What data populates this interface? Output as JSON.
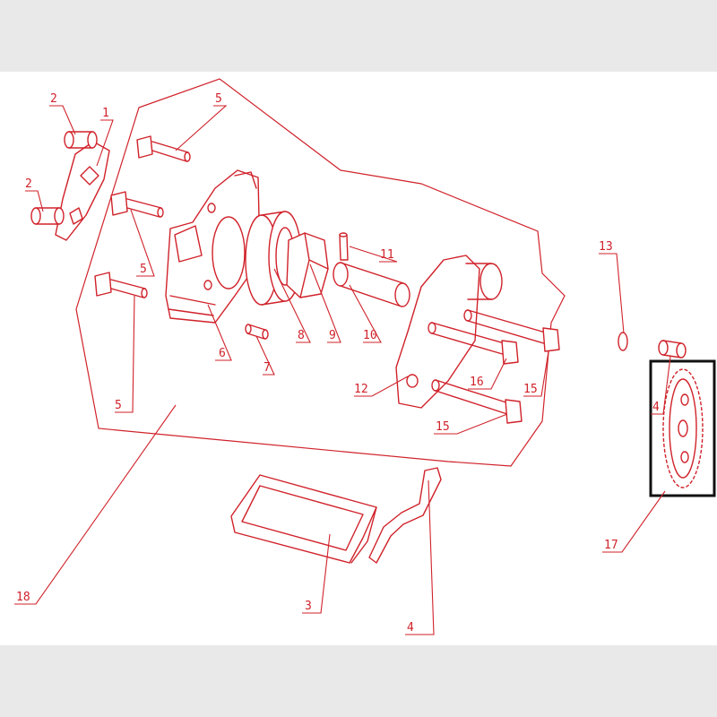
{
  "diagram": {
    "colors": {
      "line": "#d0222a",
      "highlight_frame": "#111111",
      "page_bg": "#e9e9e9",
      "canvas_bg": "#ffffff"
    },
    "callouts": {
      "c1": "1",
      "c2a": "2",
      "c2b": "2",
      "c3": "3",
      "c4a": "4",
      "c4b": "4",
      "c5a": "5",
      "c5b": "5",
      "c5c": "5",
      "c6": "6",
      "c7": "7",
      "c8": "8",
      "c9": "9",
      "c10": "10",
      "c11": "11",
      "c12": "12",
      "c13": "13",
      "c15a": "15",
      "c15b": "15",
      "c16": "16",
      "c17": "17",
      "c18": "18"
    }
  }
}
